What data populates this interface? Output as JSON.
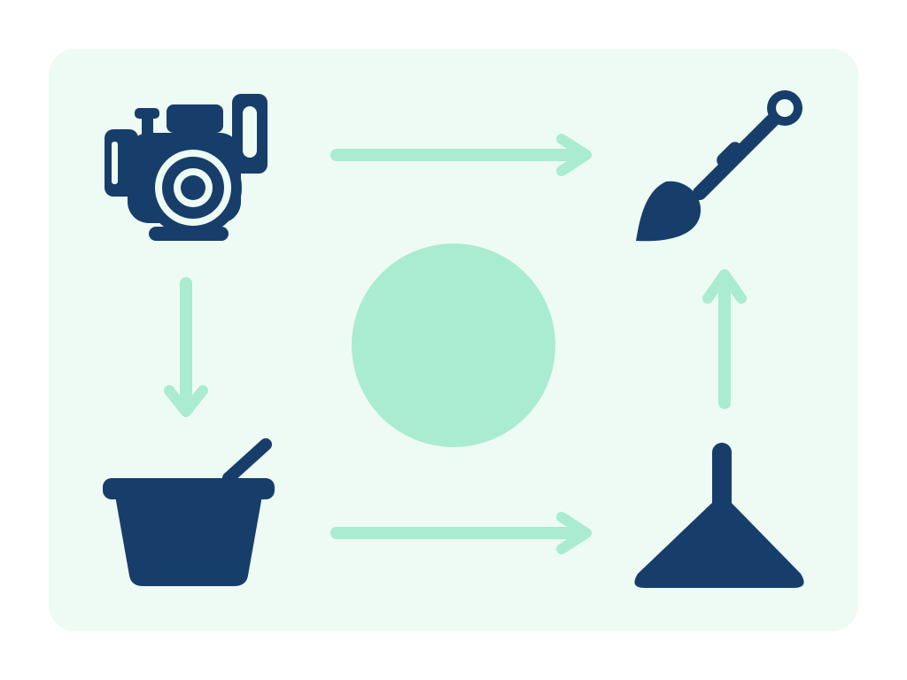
{
  "diagram": {
    "type": "cycle-diagram",
    "colors": {
      "background": "#ffffff",
      "panel": "#eefbf4",
      "icon": "#173e6b",
      "arrow": "#a9ecd1",
      "center_circle": "#a9ecd1"
    },
    "nodes": [
      {
        "id": "engine",
        "icon": "engine-icon"
      },
      {
        "id": "brush",
        "icon": "brush-icon"
      },
      {
        "id": "bucket",
        "icon": "bucket-icon"
      },
      {
        "id": "funnel",
        "icon": "funnel-icon"
      }
    ],
    "edges": [
      {
        "from": "engine",
        "to": "brush",
        "direction": "right"
      },
      {
        "from": "engine",
        "to": "bucket",
        "direction": "down"
      },
      {
        "from": "bucket",
        "to": "funnel",
        "direction": "right"
      },
      {
        "from": "funnel",
        "to": "brush",
        "direction": "up"
      }
    ],
    "center": {
      "icon": "circle"
    }
  }
}
